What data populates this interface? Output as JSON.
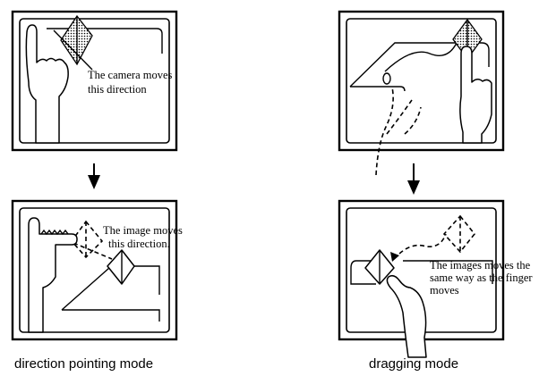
{
  "panels": [
    {
      "caption": [
        "The camera moves",
        "this direction"
      ]
    },
    {
      "caption": []
    },
    {
      "caption": [
        "The image moves",
        "this direction."
      ]
    },
    {
      "caption": [
        "The images moves the",
        "same way as the finger",
        "moves"
      ]
    }
  ],
  "modes": {
    "left": "direction pointing mode",
    "right": "dragging mode"
  }
}
